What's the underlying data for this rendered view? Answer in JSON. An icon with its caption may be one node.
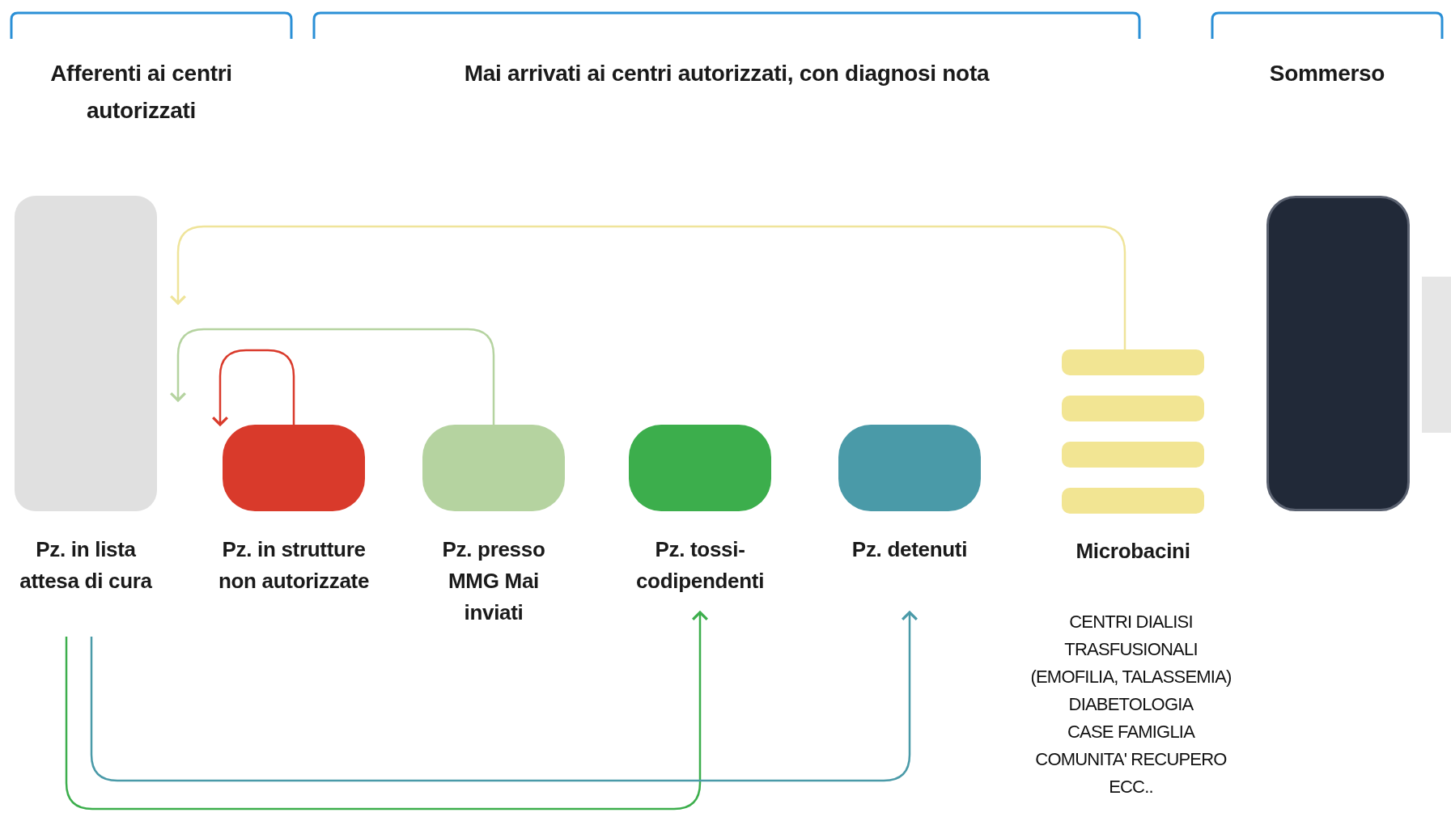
{
  "diagram": {
    "nodes": [
      {
        "text": [
          "Pz. in lista attesa di cura"
        ]
      },
      {
        "text": [
          "Pz. in strutture non autorizzate"
        ]
      },
      {
        "text": [
          "Pz. presso MMG Mai inviati"
        ]
      },
      {
        "text": [
          "Pz. tossi-codipendenti"
        ]
      },
      {
        "text": [
          "Pz. detenuti"
        ]
      },
      {
        "text": [
          "Microbacini"
        ],
        "beside": [
          "CENTRI DIALISI",
          "TRASFUSIONALI",
          "(EMOFILIA, TALASSEMIA)",
          "DIABETOLOGIA",
          "CASE FAMIGLIA",
          "COMUNITA' RECUPERO",
          "ECC.."
        ]
      },
      {
        "text": [],
        "shape": "box"
      },
      {
        "text": [],
        "shape": "box"
      }
    ],
    "edges": [
      {
        "from": 5,
        "to": 0,
        "arrow": "to",
        "color": "#efe49a"
      },
      {
        "from": 2,
        "to": 0,
        "arrow": "to",
        "color": "#b5d3a0"
      },
      {
        "from": 1,
        "to": 1,
        "arrow": "to",
        "color": "#d93a2b"
      },
      {
        "from": 0,
        "to": 3,
        "arrow": "to",
        "color": "#3cae4c"
      },
      {
        "from": 0,
        "to": 4,
        "arrow": "to",
        "color": "#4a9aa8"
      }
    ],
    "labels": [
      "Afferenti ai centri autorizzati",
      "Mai arrivati ai centri autorizzati, con diagnosi nota",
      "Sommerso"
    ]
  }
}
